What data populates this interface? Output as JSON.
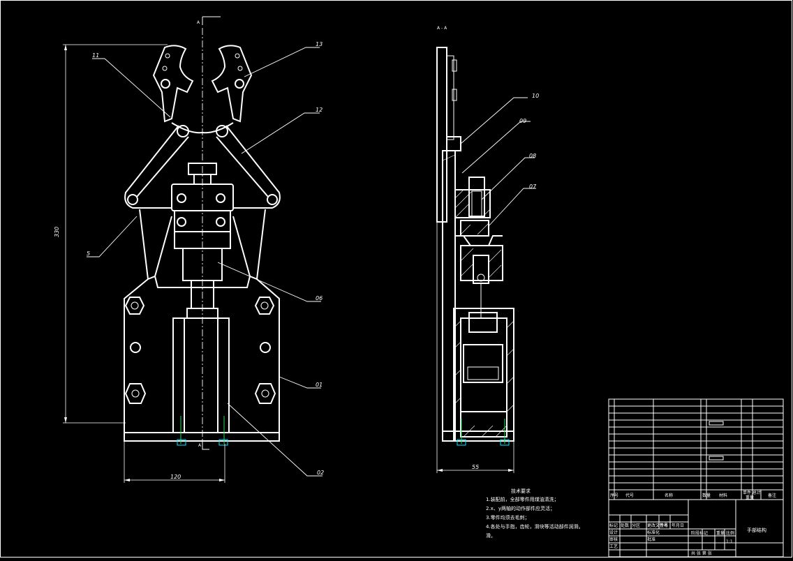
{
  "section_marks": {
    "a_top": "A",
    "a_bottom": "A",
    "section_title": "A - A"
  },
  "dimensions": {
    "height": "330",
    "width": "120",
    "depth": "55"
  },
  "part_callouts": {
    "front": {
      "p11": "11",
      "p5": "5",
      "p13": "13",
      "p12": "12",
      "p06": "06",
      "p01": "01",
      "p02": "02"
    },
    "side": {
      "p10": "10",
      "p09": "09",
      "p08": "08",
      "p07": "07"
    }
  },
  "tech_notes": {
    "title": "技术要求",
    "lines": [
      "1.装配前，全部零件用煤油清洗；",
      "2.x、y两轴的动作部件应灵活；",
      "3.零件均须去毛刺；",
      "4.各处与手指，齿轮，滑块等活动部件润滑。",
      "滑。"
    ]
  },
  "title_block": {
    "drawing_name": "手部结构",
    "headers": [
      "序号",
      "代号",
      "名称",
      "数量",
      "材料",
      "单件",
      "总计",
      "重量",
      "备注"
    ],
    "bottom_labels": [
      "标记",
      "处数",
      "分区",
      "更改文件号",
      "签名",
      "年月日",
      "设计",
      "标准化",
      "审核",
      "工艺",
      "批准",
      "阶段标记",
      "重量",
      "比例",
      "共 张 第 张"
    ],
    "scale": "1:1"
  }
}
